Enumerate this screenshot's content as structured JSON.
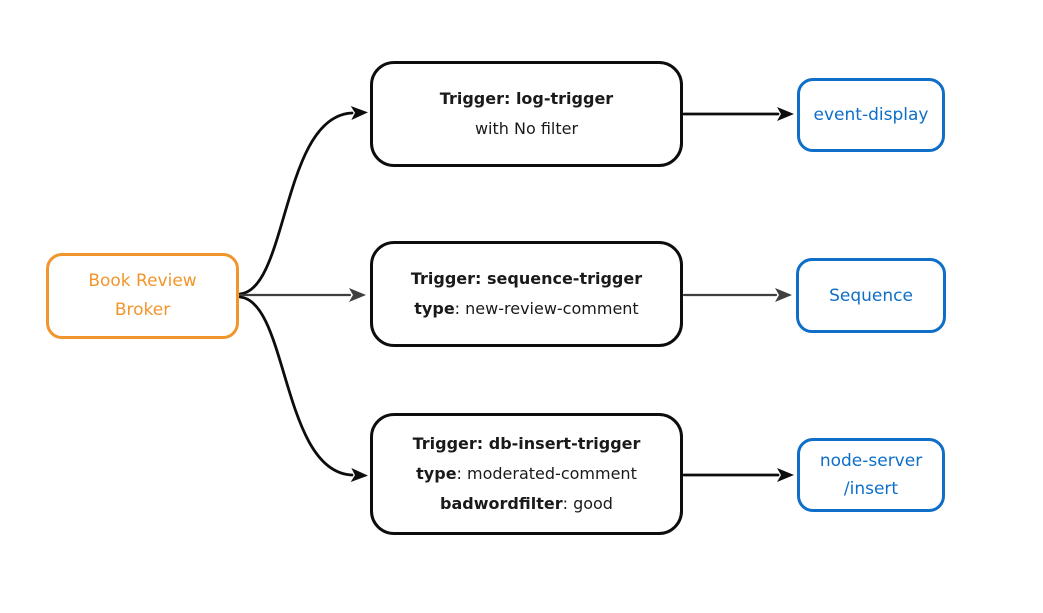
{
  "diagram": {
    "broker": {
      "line1": "Book Review",
      "line2": "Broker"
    },
    "triggers": {
      "log": {
        "title": "Trigger: log-trigger",
        "subtitle": "with No filter"
      },
      "sequence": {
        "title": "Trigger: sequence-trigger",
        "attr1_key": "type",
        "attr1_rest": ": new-review-comment"
      },
      "db_insert": {
        "title": "Trigger: db-insert-trigger",
        "attr1_key": "type",
        "attr1_rest": ": moderated-comment",
        "attr2_key": "badwordfilter",
        "attr2_rest": ": good"
      }
    },
    "sinks": {
      "event_display": {
        "label": "event-display"
      },
      "sequence": {
        "label": "Sequence"
      },
      "node_server": {
        "line1": "node-server",
        "line2": "/insert"
      }
    },
    "edges": [
      {
        "from": "Book Review Broker",
        "to": "Trigger: log-trigger"
      },
      {
        "from": "Book Review Broker",
        "to": "Trigger: sequence-trigger"
      },
      {
        "from": "Book Review Broker",
        "to": "Trigger: db-insert-trigger"
      },
      {
        "from": "Trigger: log-trigger",
        "to": "event-display"
      },
      {
        "from": "Trigger: sequence-trigger",
        "to": "Sequence"
      },
      {
        "from": "Trigger: db-insert-trigger",
        "to": "node-server /insert"
      }
    ]
  },
  "colors": {
    "orange": "#F0962C",
    "blue": "#0E6EC8",
    "ink": "#0D0D0D",
    "edge_gray": "#3F3F3F",
    "text_dark": "#1A1A1A",
    "bg": "#FFFFFF"
  }
}
